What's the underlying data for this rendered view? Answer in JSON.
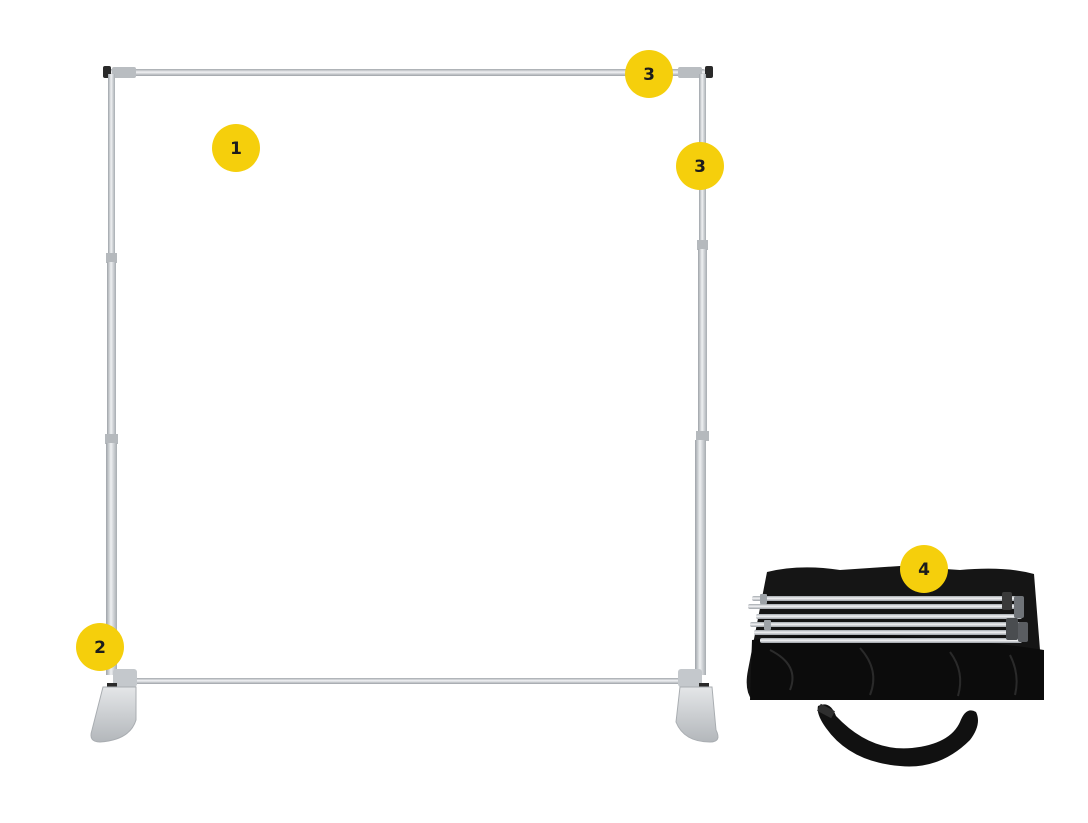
{
  "callouts": [
    {
      "label": "1",
      "part": "frame"
    },
    {
      "label": "2",
      "part": "base-foot"
    },
    {
      "label": "3",
      "part": "top-connector"
    },
    {
      "label": "3",
      "part": "telescopic-pole"
    },
    {
      "label": "4",
      "part": "carry-bag"
    }
  ],
  "colors": {
    "badge": "#f5cf0c",
    "badge_text": "#1c1c1c",
    "metal": "#c9cdd2",
    "bag": "#141414"
  }
}
